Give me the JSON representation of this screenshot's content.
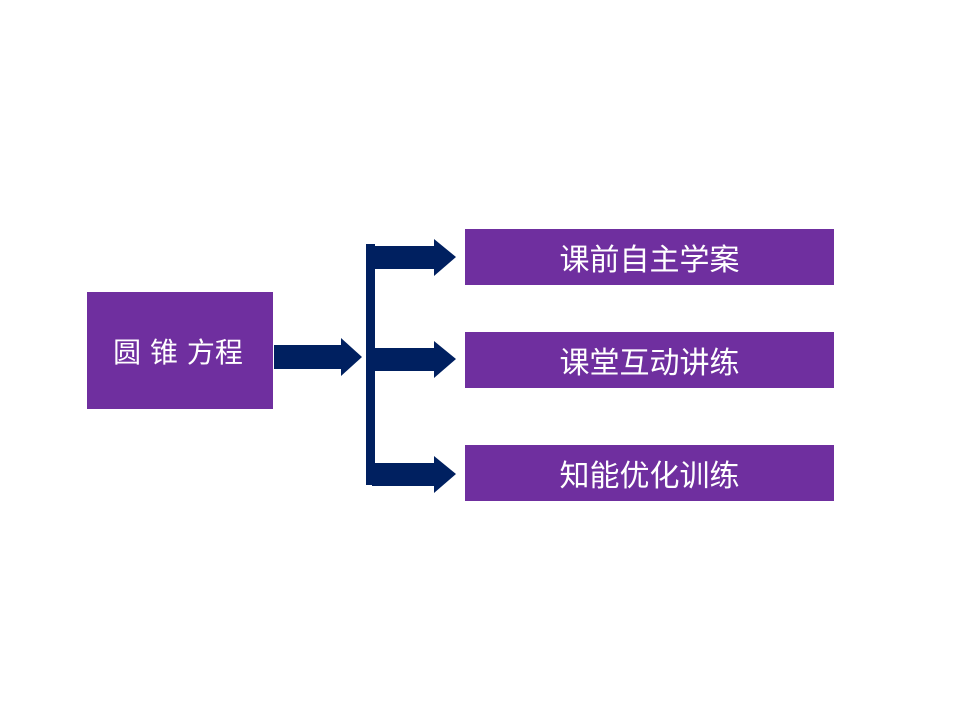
{
  "root": {
    "label": "圆 锥 方程"
  },
  "branches": [
    {
      "label": "课前自主学案"
    },
    {
      "label": "课堂互动讲练"
    },
    {
      "label": "知能优化训练"
    }
  ],
  "colors": {
    "box_fill": "#6f2f9f",
    "box_text": "#ffffff",
    "connector": "#002060",
    "background": "#ffffff"
  }
}
